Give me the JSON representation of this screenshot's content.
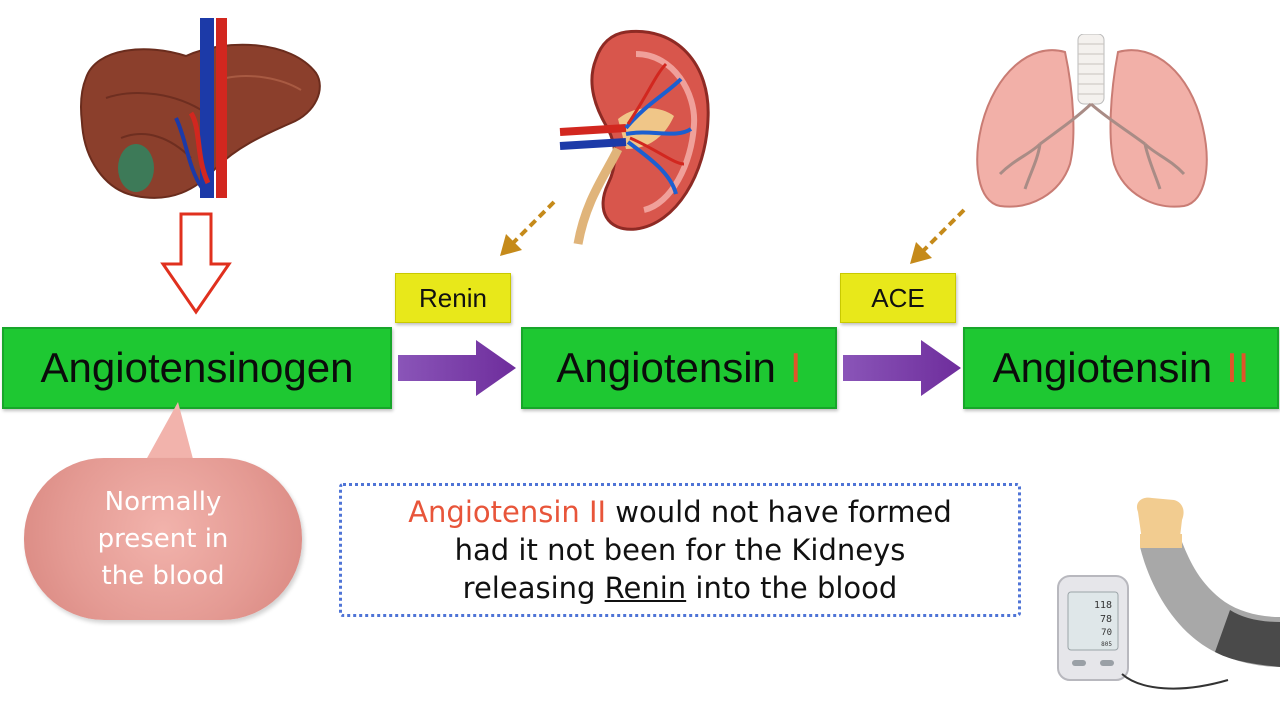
{
  "diagram": {
    "angiotensinogen_label": "Angiotensinogen",
    "angiotensin1_label": "Angiotensin",
    "angiotensin1_roman": "I",
    "angiotensin2_label": "Angiotensin",
    "angiotensin2_roman": "II",
    "renin_label": "Renin",
    "ace_label": "ACE",
    "bubble_lines": [
      "Normally",
      "present in",
      "the blood"
    ],
    "note": {
      "line1_highlight": "Angiotensin II",
      "line1_rest": " would not have formed",
      "line2": "had it not been for the Kidneys",
      "line3_pre": "releasing ",
      "line3_underlined": "Renin",
      "line3_post": " into the blood"
    },
    "monitor_readings": [
      "118",
      "78",
      "70",
      "805"
    ],
    "colors": {
      "box_green": "#1ec832",
      "enzyme_yellow": "#e8e81a",
      "arrow_purple": "#7a3aa8",
      "roman_orange": "#e0552a",
      "note_border": "#4f74d6",
      "liver_arrow_red": "#e0301e",
      "dashed_arrow": "#c58a1a"
    },
    "icons": [
      "liver-icon",
      "kidney-icon",
      "lungs-icon",
      "blood-pressure-monitor-icon",
      "arm-icon"
    ]
  }
}
